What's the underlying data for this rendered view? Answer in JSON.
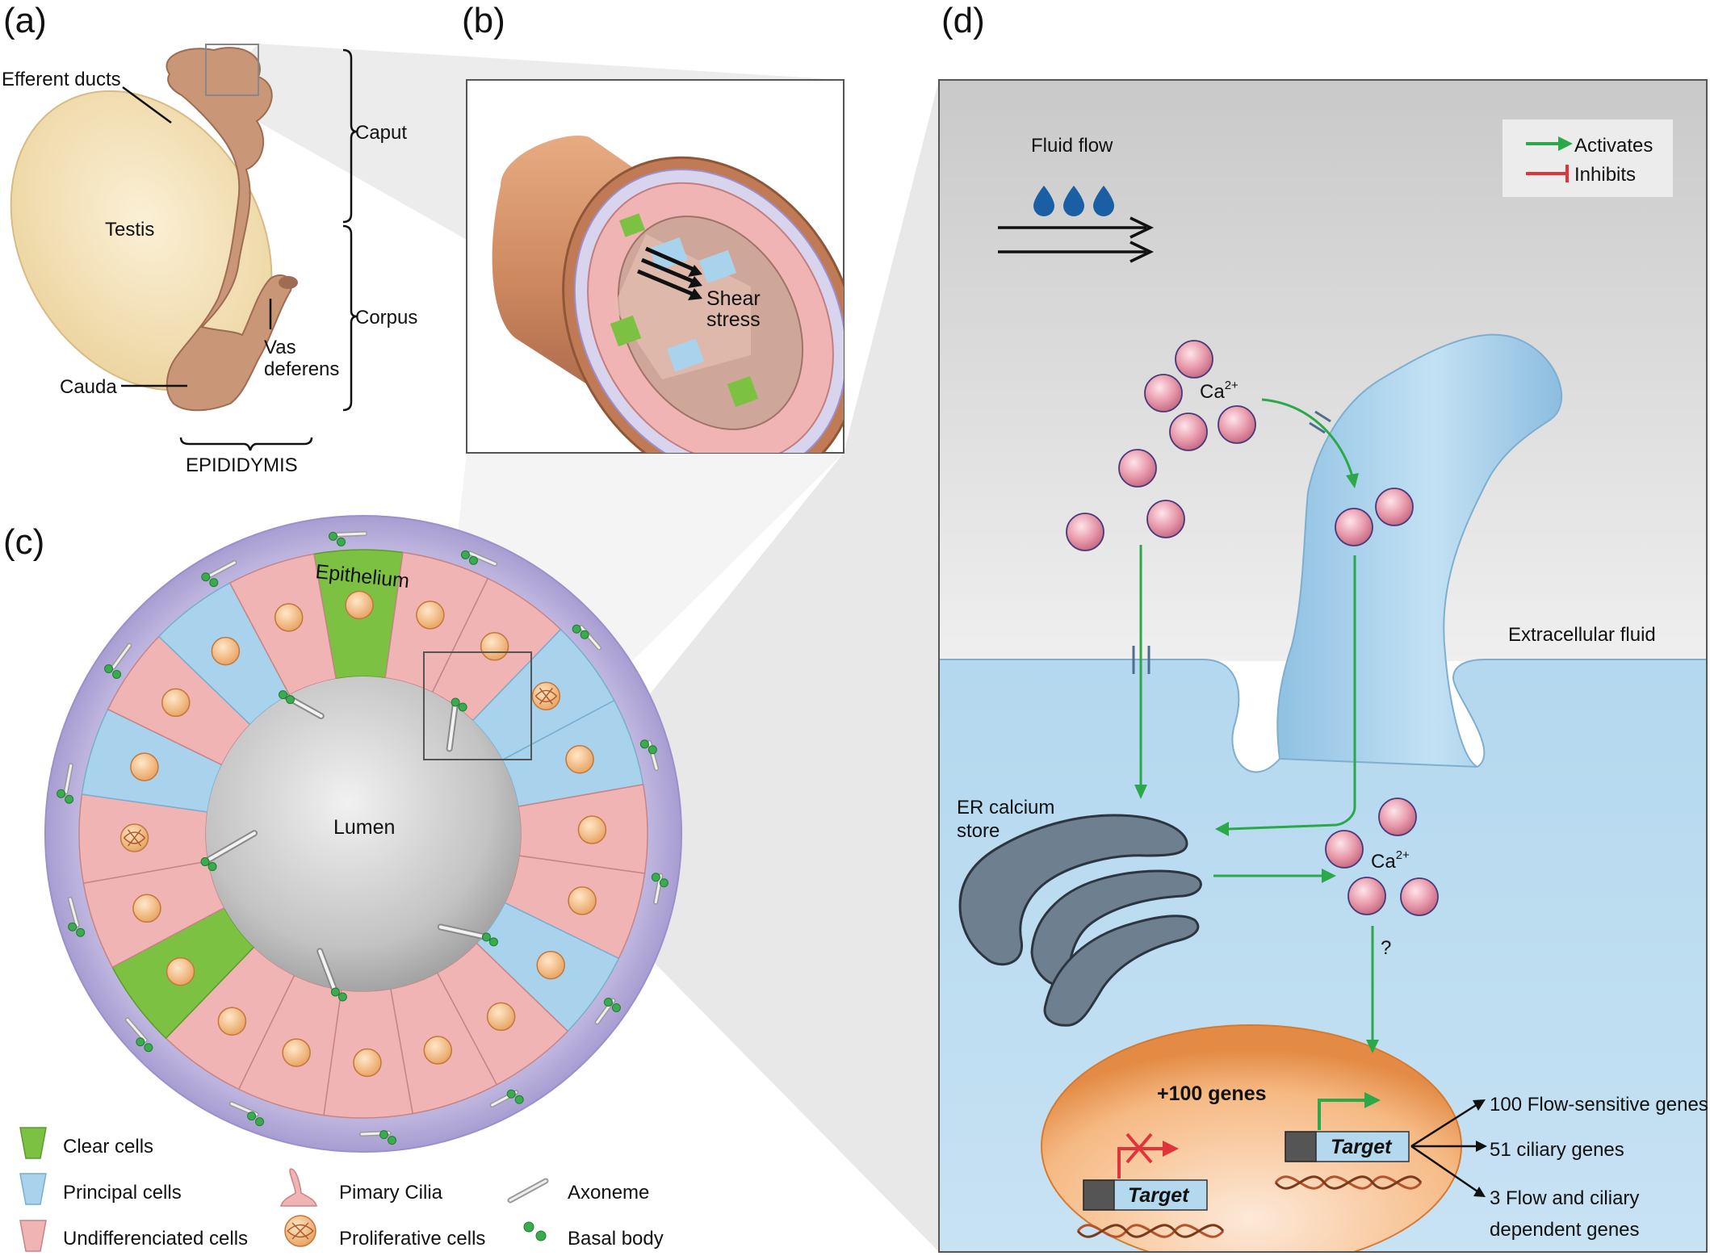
{
  "panels": {
    "a": "(a)",
    "b": "(b)",
    "c": "(c)",
    "d": "(d)"
  },
  "panel_a": {
    "efferent_ducts": "Efferent ducts",
    "testis": "Testis",
    "caput": "Caput",
    "corpus": "Corpus",
    "vas": "Vas",
    "deferens": "deferens",
    "cauda": "Cauda",
    "epididymis": "EPIDIDYMIS"
  },
  "panel_b": {
    "shear": "Shear",
    "stress": "stress"
  },
  "panel_c": {
    "epithelium": "Epithelium",
    "lumen": "Lumen"
  },
  "legend_c": {
    "clear_cells": "Clear cells",
    "principal_cells": "Principal cells",
    "undifferenciated_cells": "Undifferenciated cells",
    "pimary_cilia": "Pimary Cilia",
    "proliferative_cells": "Proliferative cells",
    "axoneme": "Axoneme",
    "basal_body": "Basal body"
  },
  "panel_d": {
    "fluid_flow": "Fluid flow",
    "activates": "Activates",
    "inhibits": "Inhibits",
    "ca": "Ca",
    "ca_charge": "2+",
    "extracellular_fluid": "Extracellular fluid",
    "er_line1": "ER calcium",
    "er_line2": "store",
    "question": "?",
    "plus_genes": "+100 genes",
    "target": "Target",
    "flow_sensitive": "100 Flow-sensitive genes",
    "ciliary_genes": "51 ciliary genes",
    "flow_ciliary_1": "3 Flow and ciliary",
    "flow_ciliary_2": "dependent genes"
  },
  "colors": {
    "green": "#2ba84a",
    "red": "#e0343a",
    "principal": "#a9d3ec",
    "clear": "#7dc142",
    "undiff": "#f0b4b4",
    "cytoplasm": "#b4d8ee",
    "epididymis": "#c99a7c",
    "testis": "#f6e4bd"
  }
}
